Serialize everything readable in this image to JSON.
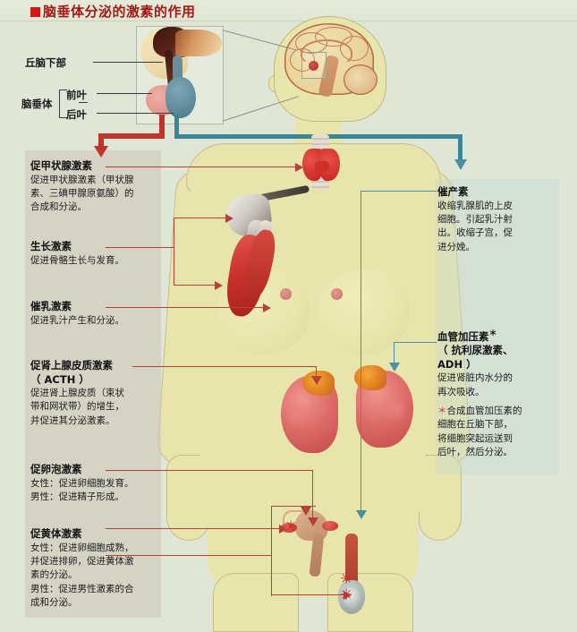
{
  "title": {
    "text": "脑垂体分泌的激素的作用",
    "bullet": "red-square",
    "color": "#a31a18"
  },
  "inset_labels": {
    "hypothalamus": "丘脑下部",
    "pituitary": "脑垂体",
    "anterior_lobe": "前叶",
    "posterior_lobe": "后叶"
  },
  "left_hormones": [
    {
      "id": "tsh",
      "name": "促甲状腺激素",
      "lines": [
        "促进甲状腺激素（甲状腺",
        "素、三碘甲腺原氨酸）的",
        "合成和分泌。"
      ]
    },
    {
      "id": "gh",
      "name": "生长激素",
      "lines": [
        "促进骨骼生长与发育。"
      ]
    },
    {
      "id": "prl",
      "name": "催乳激素",
      "lines": [
        "促进乳汁产生和分泌。"
      ]
    },
    {
      "id": "acth",
      "name": "促肾上腺皮质激素",
      "name2": "（ ACTH ）",
      "lines": [
        "促进肾上腺皮质（束状",
        "带和网状带）的增生，",
        "并促进其分泌激素。"
      ]
    },
    {
      "id": "fsh",
      "name": "促卵泡激素",
      "lines": [
        "女性：促进卵细胞发育。",
        "男性：促进精子形成。"
      ]
    },
    {
      "id": "lh",
      "name": "促黄体激素",
      "lines": [
        "女性：促进卵细胞成熟，",
        "并促进排卵，促进黄体激",
        "素的分泌。",
        "男性：促进男性激素的合",
        "成和分泌。"
      ]
    }
  ],
  "right_hormones": [
    {
      "id": "oxytocin",
      "name": "催产素",
      "lines": [
        "收缩乳腺肌的上皮",
        "细胞。引起乳汁射",
        "出。收缩子宫，促",
        "进分娩。"
      ]
    },
    {
      "id": "vasopressin",
      "name": "血管加压素",
      "name_mark": "＊",
      "name2": "（ 抗利尿激素、",
      "name3": "ADH ）",
      "lines": [
        "促进肾脏内水分的",
        "再次吸收。"
      ]
    }
  ],
  "footnote": {
    "marker": "＊",
    "lines": [
      "合成血管加压素的",
      "细胞在丘脑下部，",
      "将细胞突起运送到",
      "后叶，然后分泌。"
    ]
  },
  "organ_names": {
    "brain": "brain",
    "head": "head",
    "thyroid": "thyroid-gland",
    "bone_muscle": "bone-and-muscle",
    "breast": "breast",
    "kidney": "kidney",
    "adrenal": "adrenal-gland",
    "uterus": "uterus",
    "ovary": "ovary",
    "testis": "testis"
  },
  "colors": {
    "background": "#dfe6d6",
    "body": "#e7e5ab",
    "artery_red": "#c0342b",
    "vein_blue": "#3b8598",
    "leader_red": "#b5423a",
    "leader_blue": "#4a8fa3",
    "anterior_lobe": "#e39a90",
    "posterior_lobe": "#5e8b9c",
    "left_panel": "#cec8ba",
    "right_panel": "#c5d8d5"
  }
}
